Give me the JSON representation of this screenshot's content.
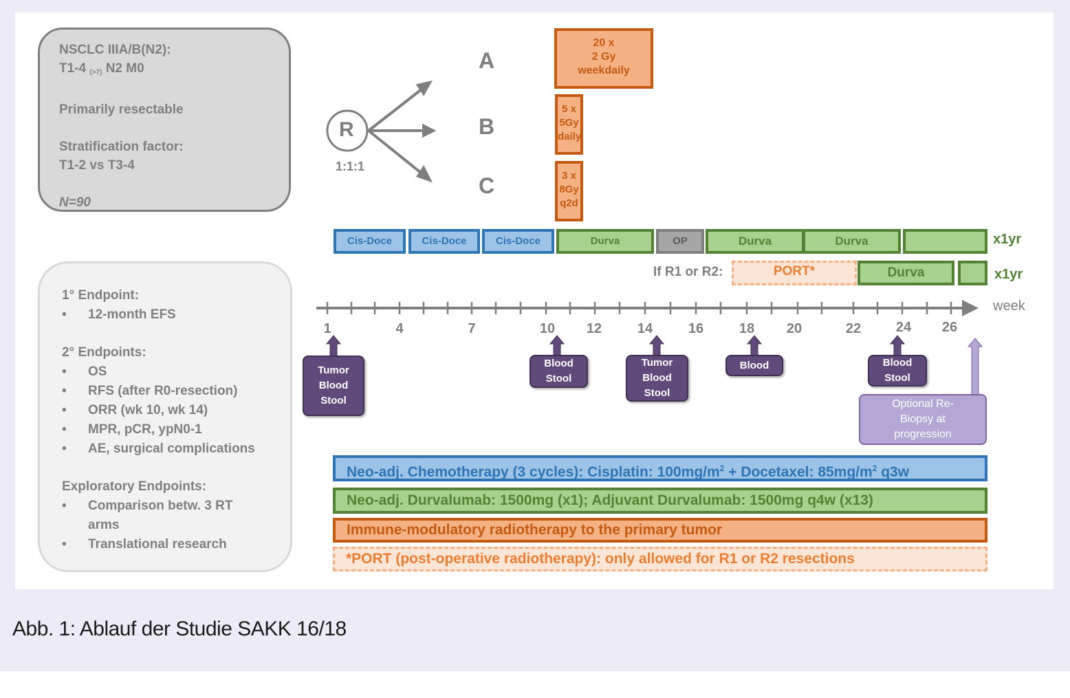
{
  "caption": "Abb. 1: Ablauf der Studie SAKK 16/18",
  "info_box": {
    "line1": "NSCLC IIIA/B(N2):",
    "line2_main": "T1-4",
    "line2_sub": "(>7)",
    "line2_rest": "N2 M0",
    "line3": "Primarily resectable",
    "line4": "Stratification factor:",
    "line5": "T1-2 vs T3-4",
    "n": "N=90"
  },
  "randomization": {
    "symbol": "R",
    "ratio": "1:1:1",
    "arms": [
      {
        "letter": "A",
        "schedule": [
          "20 x",
          "2 Gy",
          "weekdaily"
        ]
      },
      {
        "letter": "B",
        "schedule": [
          "5 x",
          "5Gy",
          "daily"
        ]
      },
      {
        "letter": "C",
        "schedule": [
          "3 x",
          "8Gy",
          "q2d"
        ]
      }
    ]
  },
  "treatment_row": {
    "segments": [
      {
        "label": "Cis-Doce",
        "type": "chemo"
      },
      {
        "label": "Cis-Doce",
        "type": "chemo"
      },
      {
        "label": "Cis-Doce",
        "type": "chemo"
      },
      {
        "label": "Durva",
        "type": "durva"
      },
      {
        "label": "OP",
        "type": "surgery"
      },
      {
        "label": "Durva",
        "type": "durva"
      },
      {
        "label": "Durva",
        "type": "durva"
      },
      {
        "label": "",
        "type": "durva"
      }
    ],
    "suffix": "x1yr"
  },
  "port_row": {
    "condition": "If R1 or R2:",
    "segments": [
      {
        "label": "PORT*",
        "type": "port"
      },
      {
        "label": "Durva",
        "type": "durva"
      },
      {
        "label": "",
        "type": "durva"
      }
    ],
    "suffix": "x1yr"
  },
  "timeline": {
    "unit_label": "week",
    "tick_labels": [
      "1",
      "4",
      "7",
      "10",
      "12",
      "14",
      "16",
      "18",
      "20",
      "22",
      "24",
      "26"
    ]
  },
  "samples": [
    {
      "week": "1",
      "items": [
        "Tumor",
        "Blood",
        "Stool"
      ]
    },
    {
      "week": "10",
      "items": [
        "Blood",
        "Stool"
      ]
    },
    {
      "week": "14",
      "items": [
        "Tumor",
        "Blood",
        "Stool"
      ]
    },
    {
      "week": "18",
      "items": [
        "Blood"
      ]
    },
    {
      "week": "24",
      "items": [
        "Blood",
        "Stool"
      ]
    },
    {
      "week": "progression",
      "items": [
        "Optional Re-",
        "Biopsy at",
        "progression"
      ]
    }
  ],
  "endpoints": {
    "primary_title": "1° Endpoint:",
    "primary": [
      "12-month EFS"
    ],
    "secondary_title": "2° Endpoints:",
    "secondary": [
      "OS",
      "RFS (after R0-resection)",
      "ORR (wk 10, wk 14)",
      "MPR, pCR, ypN0-1",
      "AE, surgical complications"
    ],
    "exploratory_title": "Exploratory Endpoints:",
    "exploratory": [
      "Comparison betw. 3 RT arms",
      "Translational research"
    ]
  },
  "legend": {
    "chemo_a": "Neo-adj. Chemotherapy (3 cycles): Cisplatin: 100mg/m",
    "chemo_b": " + Docetaxel: 85mg/m",
    "chemo_c": " q3w",
    "sup": "2",
    "durva": "Neo-adj. Durvalumab: 1500mg (x1);  Adjuvant Durvalumab: 1500mg q4w (x13)",
    "rt": "Immune-modulatory radiotherapy to the primary tumor",
    "port": "*PORT (post-operative radiotherapy): only allowed for R1 or R2 resections"
  },
  "colors": {
    "chemo": "#2e75b6",
    "durva": "#548235",
    "radiotherapy": "#c55a11",
    "port": "#ed7d31",
    "sample": "#604a7b",
    "neutral": "#7f7f7f"
  }
}
